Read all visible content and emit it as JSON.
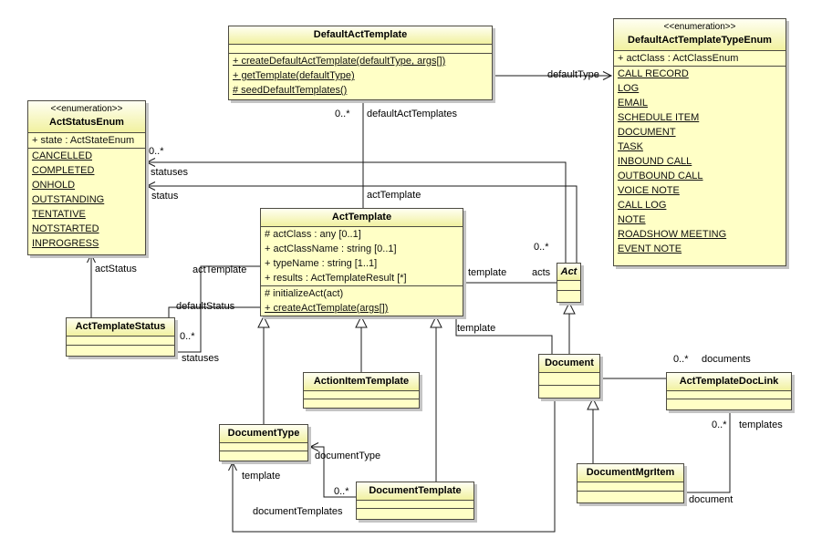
{
  "classes": {
    "defaultActTemplate": {
      "name": "DefaultActTemplate",
      "methods": [
        "+ createDefaultActTemplate(defaultType, args[])",
        "+ getTemplate(defaultType)",
        "# seedDefaultTemplates()"
      ]
    },
    "defaultActTemplateTypeEnum": {
      "stereotype": "<<enumeration>>",
      "name": "DefaultActTemplateTypeEnum",
      "attributes": [
        "+ actClass : ActClassEnum"
      ],
      "literals": [
        "CALL RECORD",
        "LOG",
        "EMAIL",
        "SCHEDULE ITEM",
        "DOCUMENT",
        "TASK",
        "INBOUND CALL",
        "OUTBOUND CALL",
        "VOICE NOTE",
        "CALL LOG",
        "NOTE",
        "ROADSHOW MEETING",
        "EVENT NOTE"
      ]
    },
    "actStatusEnum": {
      "stereotype": "<<enumeration>>",
      "name": "ActStatusEnum",
      "attributes": [
        "+ state : ActStateEnum"
      ],
      "literals": [
        "CANCELLED",
        "COMPLETED",
        "ONHOLD",
        "OUTSTANDING",
        "TENTATIVE",
        "NOTSTARTED",
        "INPROGRESS"
      ]
    },
    "actTemplate": {
      "name": "ActTemplate",
      "attributes": [
        "# actClass : any [0..1]",
        "+ actClassName : string [0..1]",
        "+ typeName : string [1..1]",
        "+ results : ActTemplateResult [*]"
      ],
      "methods": [
        "# initializeAct(act)",
        "+ createActTemplate(args[])"
      ]
    },
    "act": {
      "name": "Act"
    },
    "actTemplateStatus": {
      "name": "ActTemplateStatus"
    },
    "actionItemTemplate": {
      "name": "ActionItemTemplate"
    },
    "documentType": {
      "name": "DocumentType"
    },
    "documentTemplate": {
      "name": "DocumentTemplate"
    },
    "document": {
      "name": "Document"
    },
    "actTemplateDocLink": {
      "name": "ActTemplateDocLink"
    },
    "documentMgrItem": {
      "name": "DocumentMgrItem"
    }
  },
  "labels": [
    "defaultType",
    "0..*",
    "defaultActTemplates",
    "0..*",
    "statuses",
    "status",
    "actTemplate",
    "actStatus",
    "actTemplate",
    "defaultStatus",
    "0..*",
    "statuses",
    "template",
    "0..*",
    "acts",
    "template",
    "0..*",
    "documents",
    "0..*",
    "templates",
    "documentType",
    "template",
    "0..*",
    "documentTemplates",
    "document"
  ]
}
